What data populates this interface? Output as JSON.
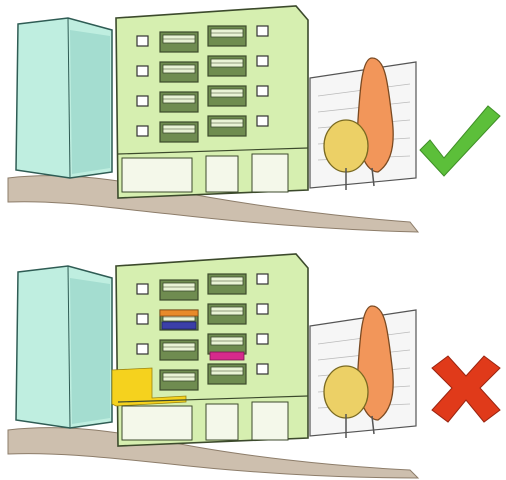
{
  "panels": [
    {
      "id": "correct",
      "verdict_icon": "checkmark-icon",
      "verdict": "correct"
    },
    {
      "id": "incorrect",
      "verdict_icon": "cross-icon",
      "verdict": "incorrect",
      "highlighted_elements": [
        "orange-balcony-awning",
        "blue-balcony-panel",
        "magenta-balcony-panel",
        "yellow-ground-floor-facade"
      ]
    }
  ],
  "colors": {
    "check_green": "#5cbf3a",
    "cross_red": "#e03a1a",
    "building_green": "#d6efb0",
    "balcony_green": "#6f8c50",
    "tower_teal": "#bfeee0",
    "tree_orange": "#f2965a",
    "tree_yellow": "#ecd066",
    "ground_taupe": "#cdbfae",
    "highlight_blue": "#3b3fa8",
    "highlight_orange": "#e88a2a",
    "highlight_magenta": "#d62a8c",
    "highlight_yellow": "#f5d21e"
  }
}
